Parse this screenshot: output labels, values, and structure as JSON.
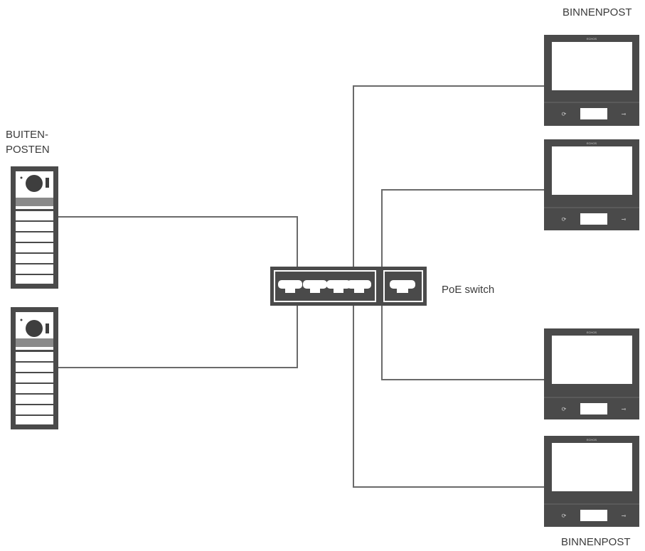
{
  "labels": {
    "outdoor_line1": "BUITEN-",
    "outdoor_line2": "POSTEN",
    "indoor_top": "BINNENPOST",
    "indoor_bottom": "BINNENPOST",
    "switch": "PoE switch"
  },
  "monitor": {
    "brand": "ECHOS"
  },
  "colors": {
    "device": "#4a4a4a",
    "line": "#6a6a6a",
    "screen": "#ffffff"
  }
}
